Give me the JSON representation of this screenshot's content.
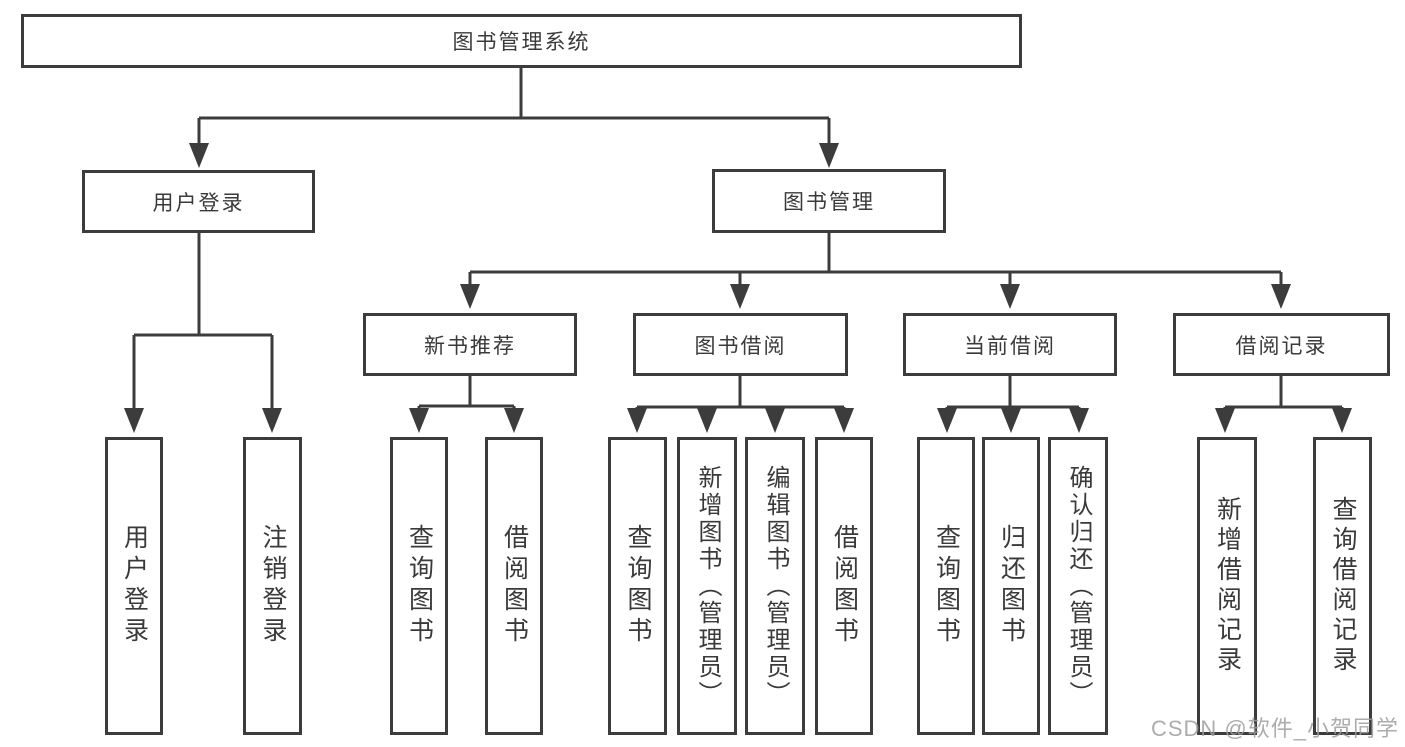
{
  "title": "图书管理系统",
  "watermark": "CSDN @软件_小贺同学",
  "colors": {
    "line": "#3c3c3c",
    "box_border": "#3c3c3c",
    "text": "#3a3a3a",
    "watermark": "#9e9e9e",
    "background": "#ffffff"
  },
  "tree": {
    "root": {
      "label": "图书管理系统",
      "children": [
        {
          "label": "用户登录",
          "children": [
            {
              "label": "用户登录"
            },
            {
              "label": "注销登录"
            }
          ]
        },
        {
          "label": "图书管理",
          "children": [
            {
              "label": "新书推荐",
              "children": [
                {
                  "label": "查询图书"
                },
                {
                  "label": "借阅图书"
                }
              ]
            },
            {
              "label": "图书借阅",
              "children": [
                {
                  "label": "查询图书"
                },
                {
                  "label": "新增图书（管理员）"
                },
                {
                  "label": "编辑图书（管理员）"
                },
                {
                  "label": "借阅图书"
                }
              ]
            },
            {
              "label": "当前借阅",
              "children": [
                {
                  "label": "查询图书"
                },
                {
                  "label": "归还图书"
                },
                {
                  "label": "确认归还（管理员）"
                }
              ]
            },
            {
              "label": "借阅记录",
              "children": [
                {
                  "label": "新增借阅记录"
                },
                {
                  "label": "查询借阅记录"
                }
              ]
            }
          ]
        }
      ]
    }
  }
}
